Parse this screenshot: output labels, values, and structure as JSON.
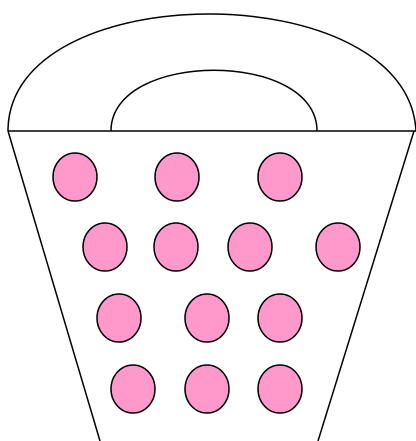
{
  "figure": {
    "subject": "basket",
    "dot_count": 13
  },
  "colors": {
    "background": "#ffffff",
    "stroke": "#000000",
    "dot_fill": "#ff99cc",
    "basket_fill": "#ffffff"
  },
  "dot_rows": [
    3,
    4,
    3,
    3
  ]
}
